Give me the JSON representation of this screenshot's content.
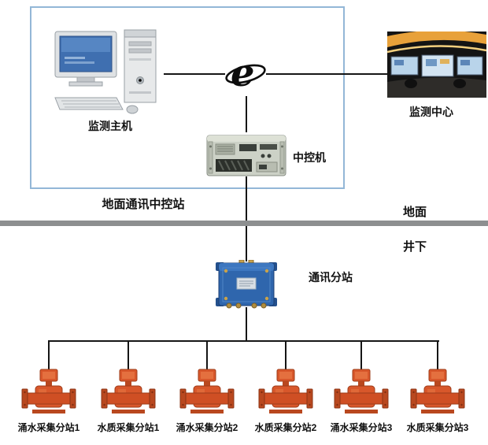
{
  "diagram": {
    "group_label": "地面通讯中控站",
    "nodes": {
      "monitor_host": {
        "label": "监测主机",
        "icon": "desktop-computer-icon"
      },
      "internet": {
        "icon": "internet-e-icon"
      },
      "monitor_center": {
        "label": "监测中心",
        "icon": "control-room-photo"
      },
      "central_control": {
        "label": "中控机",
        "icon": "rack-server-icon"
      },
      "comm_substation": {
        "label": "通讯分站",
        "icon": "substation-box-icon"
      }
    },
    "zones": {
      "surface": "地面",
      "underground": "井下"
    },
    "devices": [
      {
        "label": "涌水采集分站1",
        "icon": "flow-sensor-icon"
      },
      {
        "label": "水质采集分站1",
        "icon": "flow-sensor-icon"
      },
      {
        "label": "涌水采集分站2",
        "icon": "flow-sensor-icon"
      },
      {
        "label": "水质采集分站2",
        "icon": "flow-sensor-icon"
      },
      {
        "label": "涌水采集分站3",
        "icon": "flow-sensor-icon"
      },
      {
        "label": "水质采集分站3",
        "icon": "flow-sensor-icon"
      }
    ],
    "colors": {
      "group_border": "#93b7d7",
      "wire": "#151515",
      "divider": "#8d8f90",
      "substation_blue": "#2f66ad",
      "sensor_orange": "#d8572b",
      "screen_blue": "#3f6fb0"
    }
  }
}
